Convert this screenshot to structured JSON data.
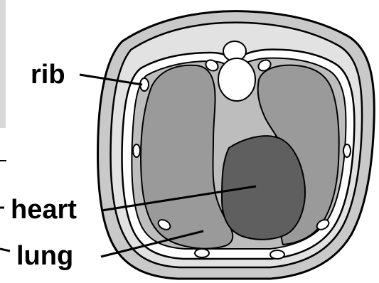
{
  "labels": {
    "rib": "rib",
    "heart": "heart",
    "lung": "lung"
  },
  "colors": {
    "outer_ring": "#c9c9c9",
    "band": "#e2e2e2",
    "cavity": "#bdbdbd",
    "lung": "#9a9a9a",
    "heart": "#5f5f5f",
    "bone": "#ffffff",
    "stroke": "#000000"
  }
}
